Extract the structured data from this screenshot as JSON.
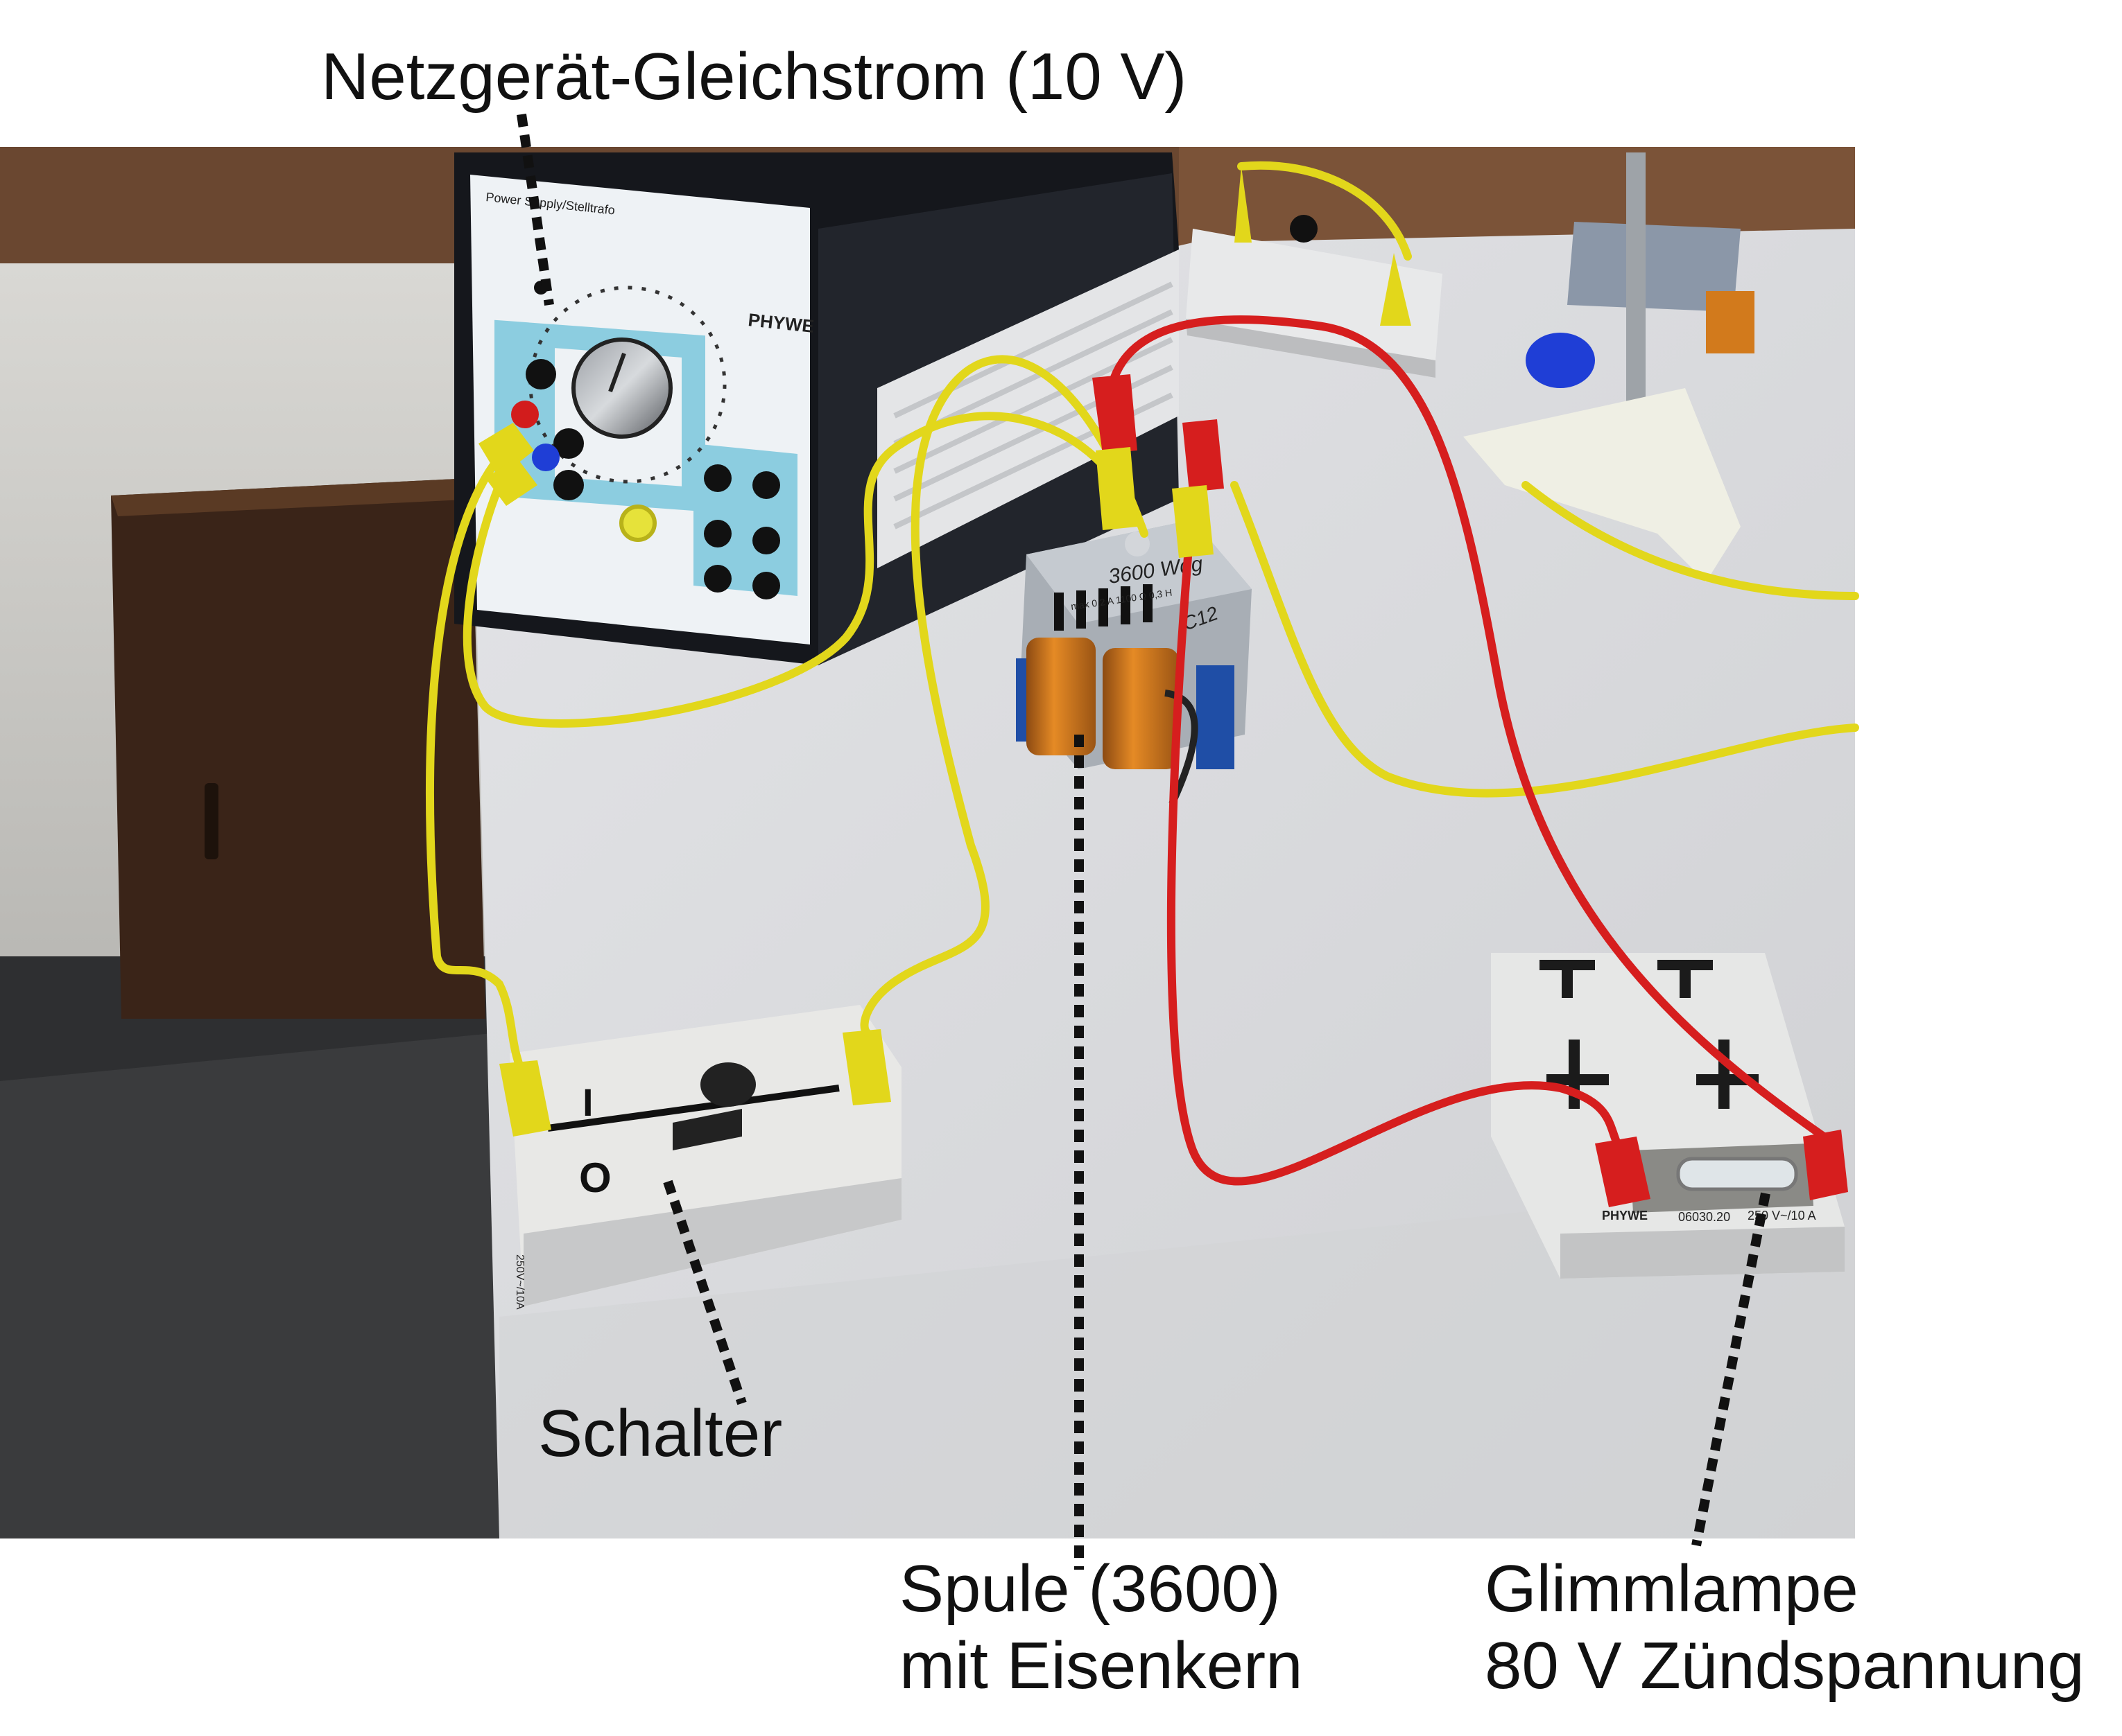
{
  "annotations": {
    "power_supply": "Netzgerät-Gleichstrom (10 V)",
    "switch": "Schalter",
    "coil_line1": "Spule (3600)",
    "coil_line2": "mit Eisenkern",
    "lamp_line1": "Glimmlampe",
    "lamp_line2": "80 V Zündspannung"
  },
  "photo": {
    "psu_brand": "PHYWE",
    "psu_model": "Power Supply/Stelltrafo",
    "coil_turns": "3600 Wdg",
    "coil_specs": "max 0,2 A   1100 Ω   0,3 H",
    "coil_tag": "C12",
    "switch_on": "I",
    "switch_off": "O",
    "switch_rating": "250V~/10A",
    "lamp_brand": "PHYWE",
    "lamp_part": "06030.20",
    "lamp_rating": "250 V~/10 A",
    "colors": {
      "wire_yellow": "#e2d71b",
      "wire_red": "#d61e1e",
      "table": "#dcdde0",
      "psu_body": "#1a1c22",
      "psu_panel": "#eef2f5",
      "psu_accent": "#8ccde0",
      "coil_copper": "#d27a1c"
    }
  }
}
